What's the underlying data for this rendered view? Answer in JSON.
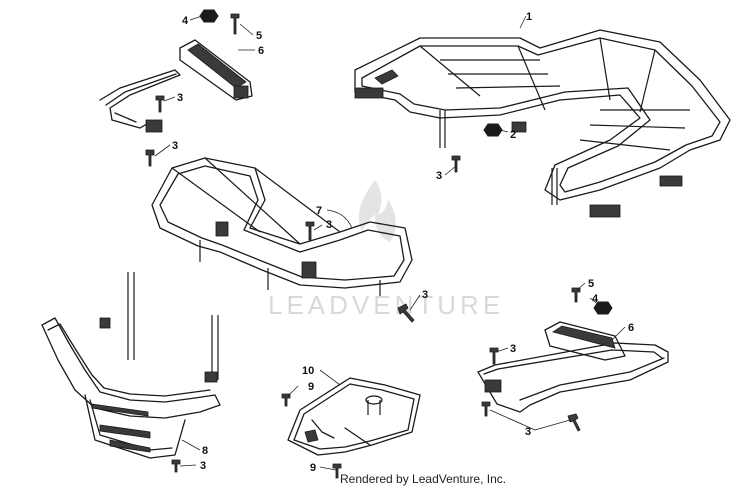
{
  "watermark": {
    "text": "LEADVENTURE"
  },
  "credit": "Rendered by LeadVenture, Inc.",
  "callouts": [
    {
      "id": "c1",
      "label": "1"
    },
    {
      "id": "c2",
      "label": "2"
    },
    {
      "id": "c3a",
      "label": "3"
    },
    {
      "id": "c3b",
      "label": "3"
    },
    {
      "id": "c3c",
      "label": "3"
    },
    {
      "id": "c3d",
      "label": "3"
    },
    {
      "id": "c3e",
      "label": "3"
    },
    {
      "id": "c3f",
      "label": "3"
    },
    {
      "id": "c3g",
      "label": "3"
    },
    {
      "id": "c3h",
      "label": "3"
    },
    {
      "id": "c4a",
      "label": "4"
    },
    {
      "id": "c4b",
      "label": "4"
    },
    {
      "id": "c5a",
      "label": "5"
    },
    {
      "id": "c5b",
      "label": "5"
    },
    {
      "id": "c6a",
      "label": "6"
    },
    {
      "id": "c6b",
      "label": "6"
    },
    {
      "id": "c7",
      "label": "7"
    },
    {
      "id": "c8",
      "label": "8"
    },
    {
      "id": "c9a",
      "label": "9"
    },
    {
      "id": "c9b",
      "label": "9"
    },
    {
      "id": "c10",
      "label": "10"
    }
  ]
}
